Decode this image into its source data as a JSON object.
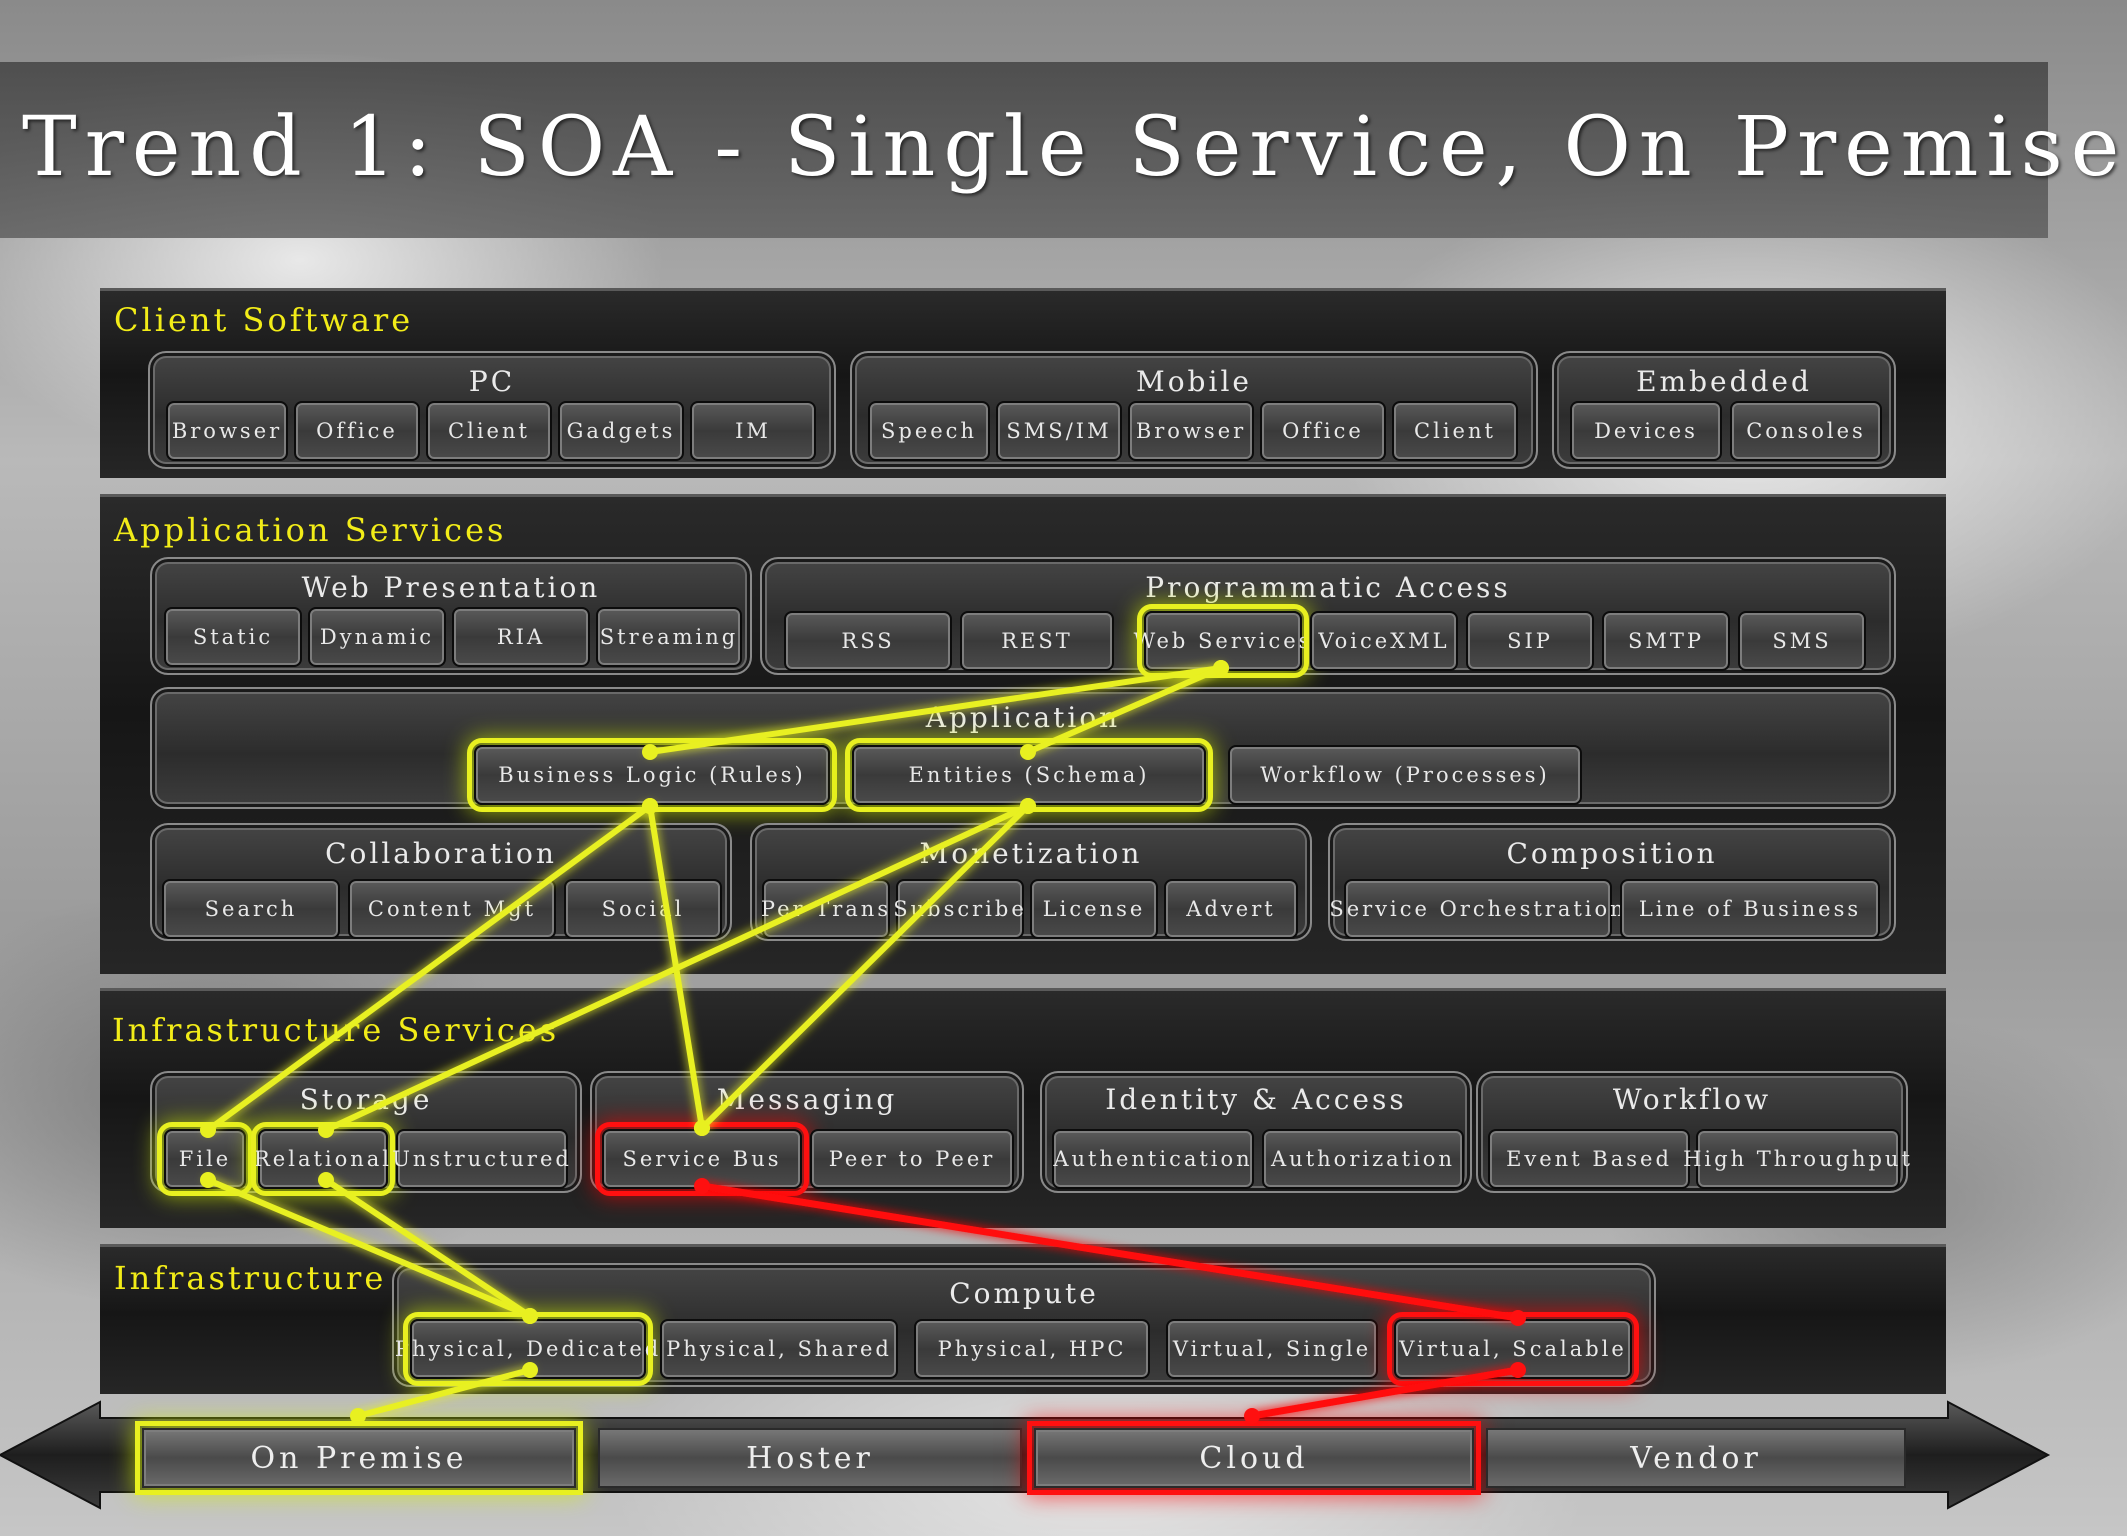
{
  "title": "Trend 1: SOA - Single Service, On Premise",
  "client_software": {
    "title": "Client Software",
    "pc": {
      "title": "PC",
      "items": [
        "Browser",
        "Office",
        "Client",
        "Gadgets",
        "IM"
      ]
    },
    "mobile": {
      "title": "Mobile",
      "items": [
        "Speech",
        "SMS/IM",
        "Browser",
        "Office",
        "Client"
      ]
    },
    "embedded": {
      "title": "Embedded",
      "items": [
        "Devices",
        "Consoles"
      ]
    }
  },
  "application_services": {
    "title": "Application Services",
    "web_presentation": {
      "title": "Web Presentation",
      "items": [
        "Static",
        "Dynamic",
        "RIA",
        "Streaming"
      ]
    },
    "programmatic_access": {
      "title": "Programmatic Access",
      "items": [
        "RSS",
        "REST",
        "Web Services",
        "VoiceXML",
        "SIP",
        "SMTP",
        "SMS"
      ]
    },
    "application": {
      "title": "Application",
      "items": [
        "Business Logic (Rules)",
        "Entities (Schema)",
        "Workflow (Processes)"
      ]
    },
    "collaboration": {
      "title": "Collaboration",
      "items": [
        "Search",
        "Content Mgt",
        "Social"
      ]
    },
    "monetization": {
      "title": "Monetization",
      "items": [
        "Per Trans",
        "Subscribe",
        "License",
        "Advert"
      ]
    },
    "composition": {
      "title": "Composition",
      "items": [
        "Service Orchestration",
        "Line of Business"
      ]
    }
  },
  "infrastructure_services": {
    "title": "Infrastructure Services",
    "storage": {
      "title": "Storage",
      "items": [
        "File",
        "Relational",
        "Unstructured"
      ]
    },
    "messaging": {
      "title": "Messaging",
      "items": [
        "Service Bus",
        "Peer to Peer"
      ]
    },
    "identity": {
      "title": "Identity & Access",
      "items": [
        "Authentication",
        "Authorization"
      ]
    },
    "workflow": {
      "title": "Workflow",
      "items": [
        "Event Based",
        "High Throughput"
      ]
    }
  },
  "infrastructure": {
    "title": "Infrastructure",
    "compute": {
      "title": "Compute",
      "items": [
        "Physical, Dedicated",
        "Physical, Shared",
        "Physical, HPC",
        "Virtual, Single",
        "Virtual, Scalable"
      ]
    }
  },
  "deployment": {
    "items": [
      "On Premise",
      "Hoster",
      "Cloud",
      "Vendor"
    ]
  },
  "colors": {
    "highlight_yellow": "#e8f020",
    "highlight_red": "#ff1010",
    "band_title": "#f2ec18"
  }
}
